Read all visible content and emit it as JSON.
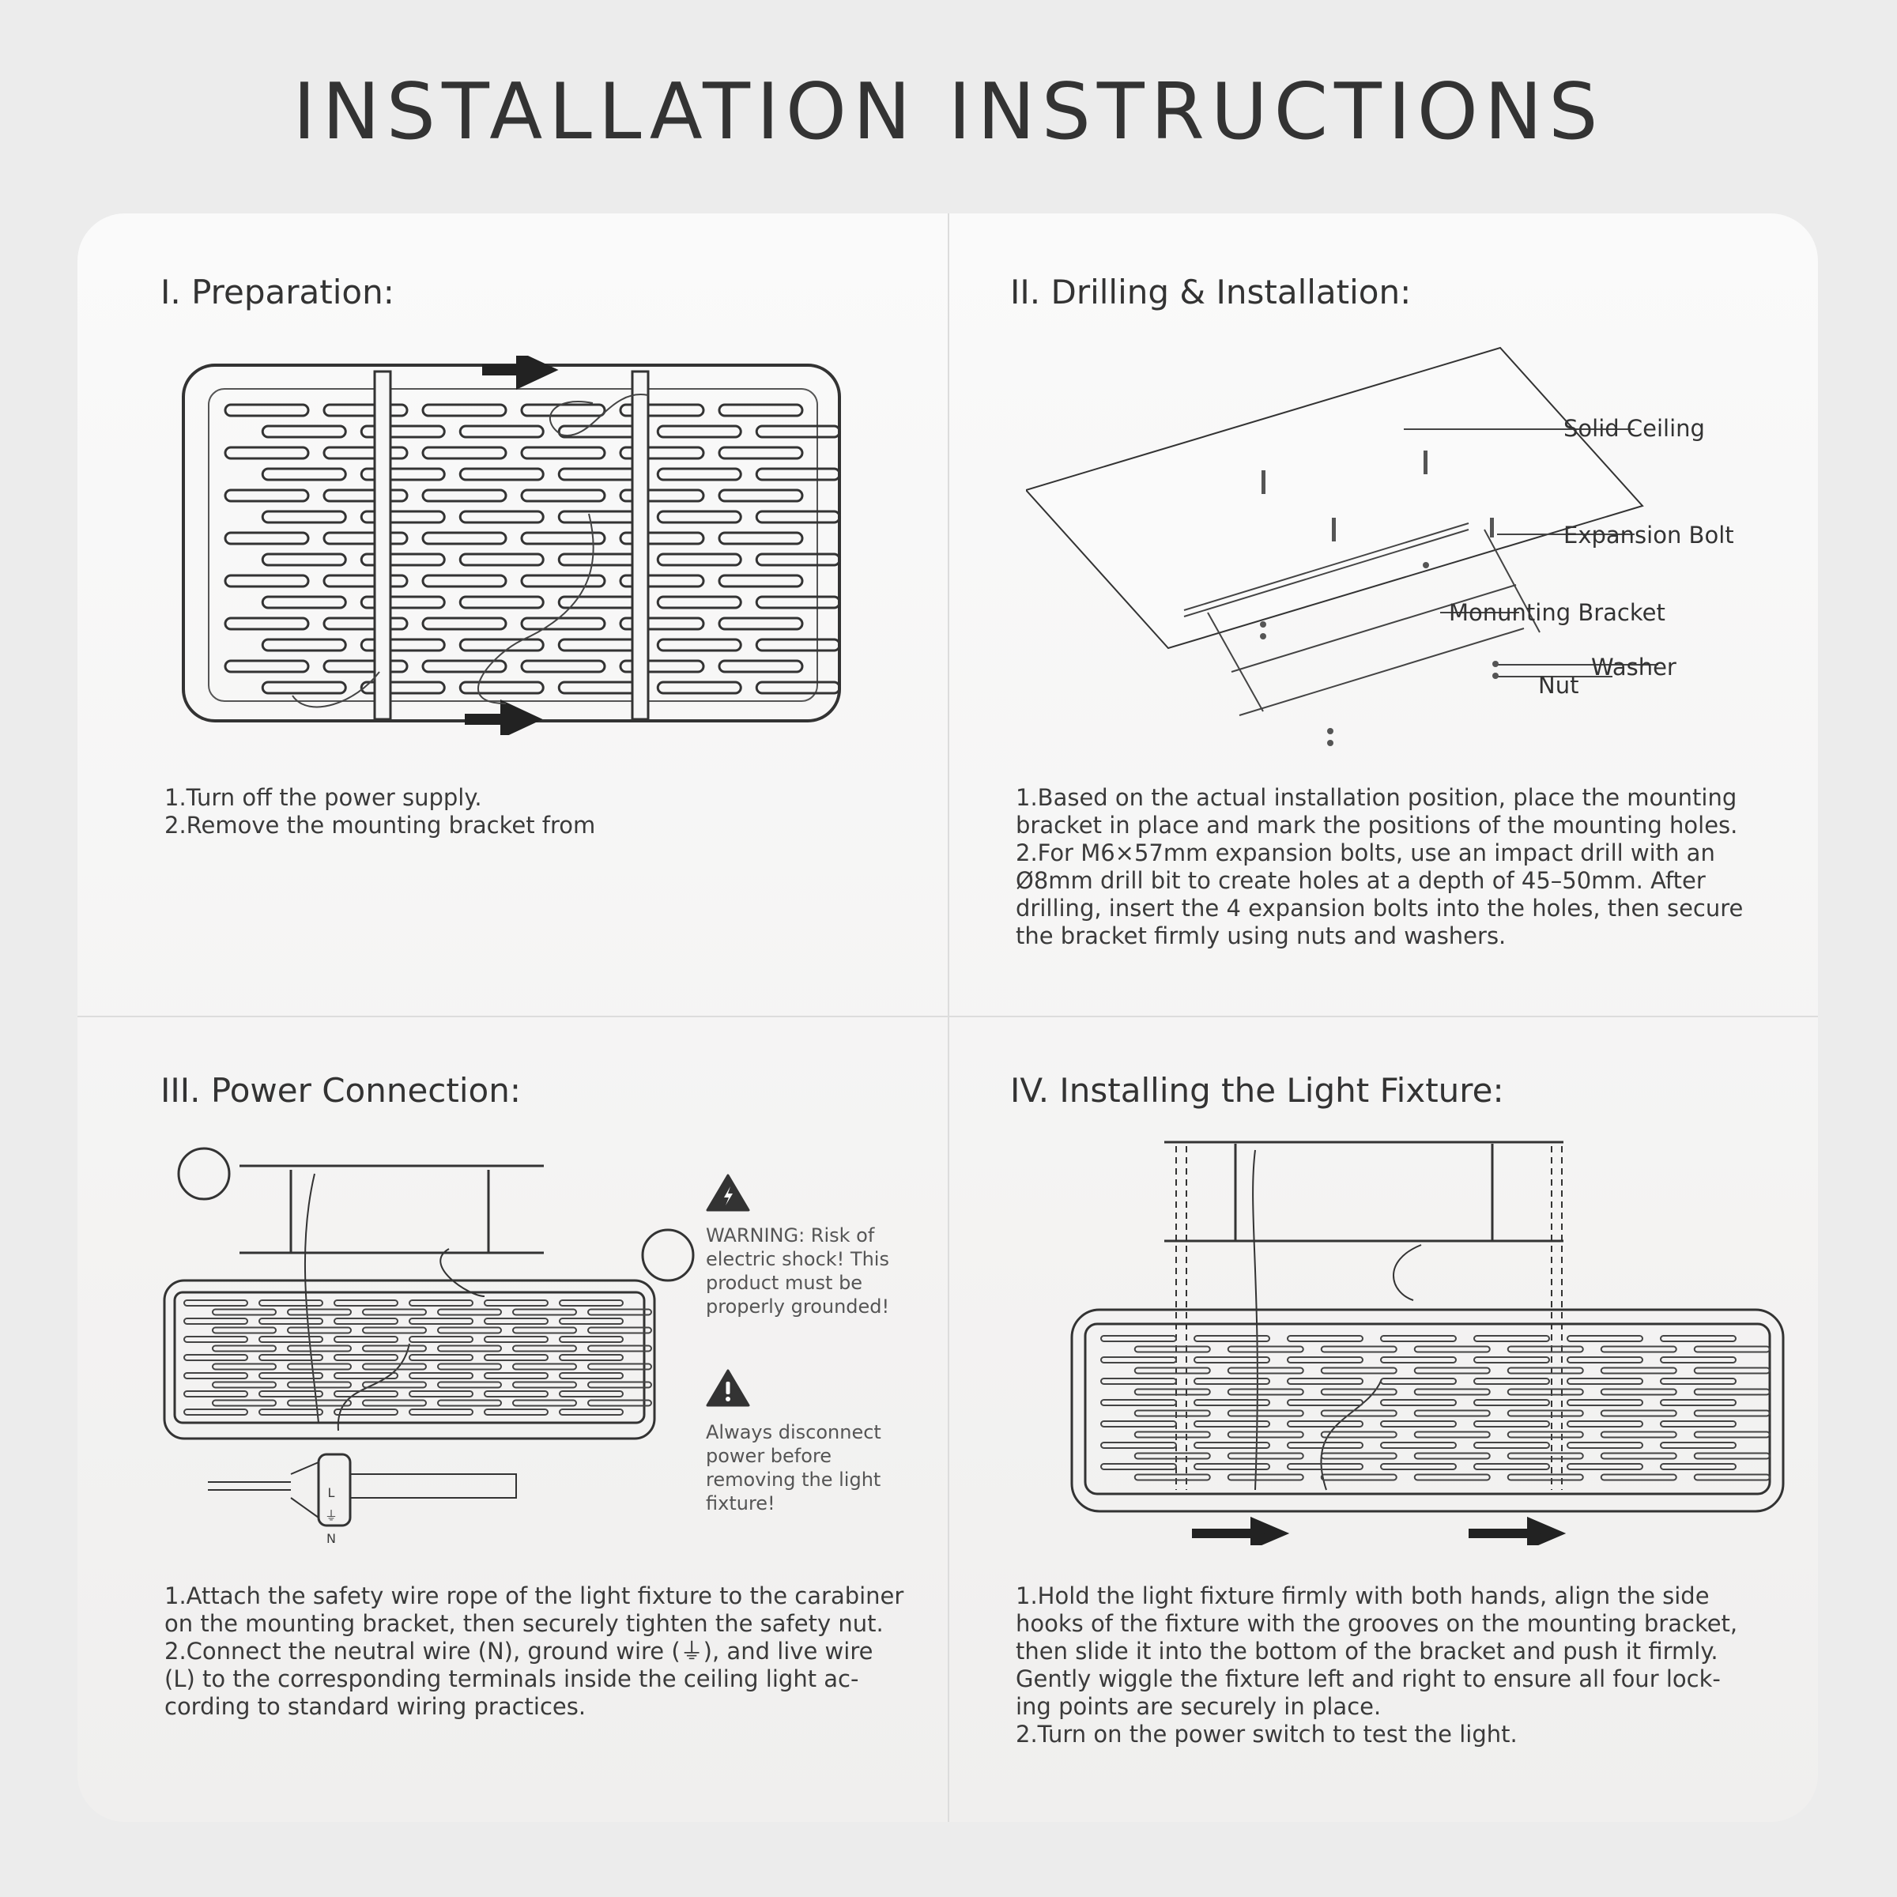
{
  "title": "INSTALLATION INSTRUCTIONS",
  "sections": [
    {
      "heading": "I. Preparation:",
      "text": "1.Turn off the power supply.\n2.Remove the mounting bracket from"
    },
    {
      "heading": "II. Drilling & Installation:",
      "labels": {
        "ceiling": "Solid Ceiling",
        "bolt": "Expansion Bolt",
        "bracket": "Monunting Bracket",
        "washer": "Washer",
        "nut": "Nut"
      },
      "text": "1.Based on the actual installation position, place the mounting\nbracket in place and mark the positions of the mounting holes.\n2.For M6×57mm expansion bolts, use an impact drill with an\nØ8mm drill bit to create holes at a depth of 45–50mm. After\ndrilling, insert the 4 expansion bolts into the holes, then secure\nthe bracket firmly using nuts and washers."
    },
    {
      "heading": "III. Power Connection:",
      "warning1": "WARNING: Risk of\nelectric shock! This\nproduct must be\nproperly grounded!",
      "warning2": "Always disconnect\npower before\nremoving the light\nfixture!",
      "terminals": [
        "L",
        "⏚",
        "N"
      ],
      "text": "1.Attach the safety wire rope of the light fixture to the carabiner\non the mounting bracket, then securely tighten the safety nut.\n2.Connect the neutral wire (N), ground wire (⏚), and live wire\n(L) to the corresponding terminals inside the ceiling light ac-\ncording to standard wiring practices."
    },
    {
      "heading": "IV. Installing the Light Fixture:",
      "text": "1.Hold the light fixture firmly with both hands, align the side\nhooks of the fixture with the grooves on the mounting bracket,\nthen slide it into the bottom of the bracket and push it firmly.\nGently wiggle the fixture left and right to ensure all four lock-\ning points are securely in place.\n2.Turn on the power switch to test the light."
    }
  ]
}
